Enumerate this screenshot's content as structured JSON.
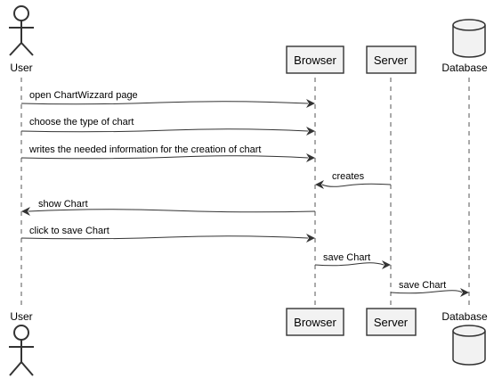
{
  "participants": {
    "user": "User",
    "browser": "Browser",
    "server": "Server",
    "database": "Database"
  },
  "messages": [
    {
      "from": "user",
      "to": "browser",
      "label": "open ChartWizzard page"
    },
    {
      "from": "user",
      "to": "browser",
      "label": "choose the type of chart"
    },
    {
      "from": "user",
      "to": "browser",
      "label": "writes the needed information for the creation of chart"
    },
    {
      "from": "server",
      "to": "browser",
      "label": "creates"
    },
    {
      "from": "browser",
      "to": "user",
      "label": "show Chart"
    },
    {
      "from": "user",
      "to": "browser",
      "label": "click to save Chart"
    },
    {
      "from": "browser",
      "to": "server",
      "label": "save Chart"
    },
    {
      "from": "server",
      "to": "database",
      "label": "save Chart"
    }
  ]
}
